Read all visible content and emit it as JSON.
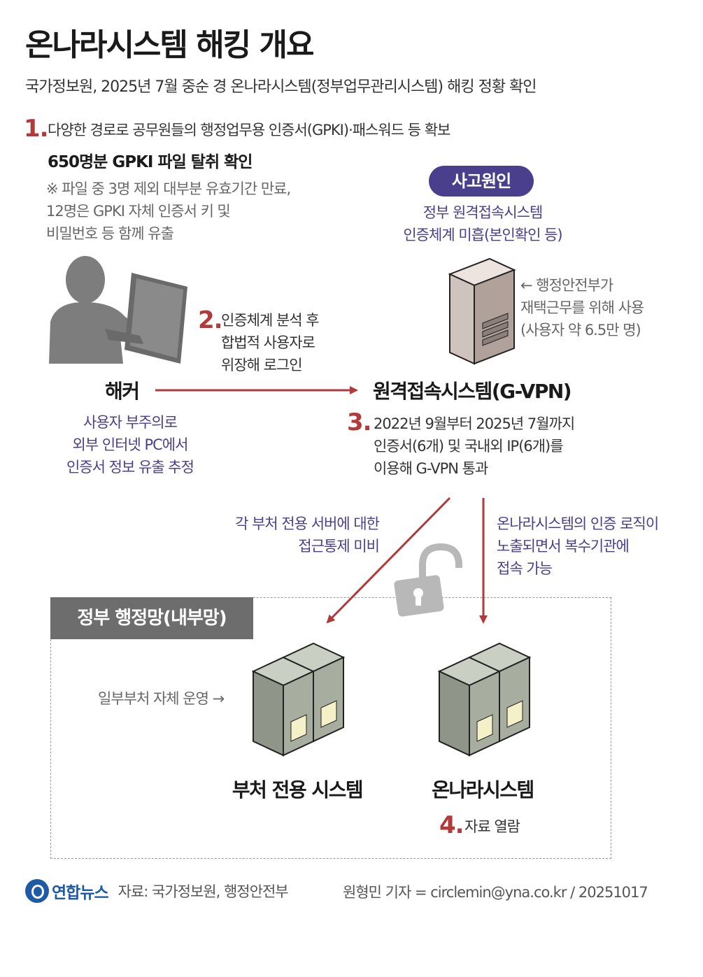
{
  "title": "온나라시스템 해킹 개요",
  "subtitle": "국가정보원, 2025년 7월 중순 경 온나라시스템(정부업무관리시스템) 해킹 정황 확인",
  "step1": {
    "num": "1.",
    "text": "다양한 경로로 공무원들의 행정업무용 인증서(GPKI)·패스워드 등 확보",
    "headline": "650명분 GPKI 파일 탈취 확인",
    "note": "※ 파일 중 3명 제외 대부분 유효기간 만료,\n   12명은 GPKI 자체 인증서 키 및\n   비밀번호 등 함께 유출"
  },
  "cause": {
    "badge": "사고원인",
    "text": "정부 원격접속시스템\n인증체계 미흡(본인확인 등)"
  },
  "server_note": "← 행정안전부가\n   재택근무를 위해 사용\n   (사용자 약 6.5만 명)",
  "step2": {
    "num": "2.",
    "text": "인증체계 분석 후\n합법적 사용자로\n위장해 로그인"
  },
  "hacker": {
    "label": "해커",
    "desc": "사용자 부주의로\n외부 인터넷 PC에서\n인증서 정보 유출 추정"
  },
  "vpn": {
    "label": "원격접속시스템(G-VPN)"
  },
  "step3": {
    "num": "3.",
    "text": "2022년 9월부터 2025년 7월까지\n인증서(6개) 및 국내외 IP(6개)를\n이용해 G-VPN 통과"
  },
  "left_branch": "각 부처 전용 서버에 대한\n접근통제 미비",
  "right_branch": "온나라시스템의 인증 로직이\n노출되면서 복수기관에\n접속 가능",
  "network": {
    "label": "정부 행정망(내부망)",
    "side_note": "일부부처 자체 운영 →",
    "dept_system": "부처 전용 시스템",
    "onnara": "온나라시스템"
  },
  "step4": {
    "num": "4.",
    "text": "자료 열람"
  },
  "footer": {
    "logo": "연합뉴스",
    "source": "자료: 국가정보원, 행정안전부",
    "credit": "원형민 기자 = circlemin@yna.co.kr / 20251017"
  },
  "colors": {
    "accent_red": "#b23a3a",
    "purple": "#4a3f8c",
    "network_gray": "#6d6d6d"
  }
}
